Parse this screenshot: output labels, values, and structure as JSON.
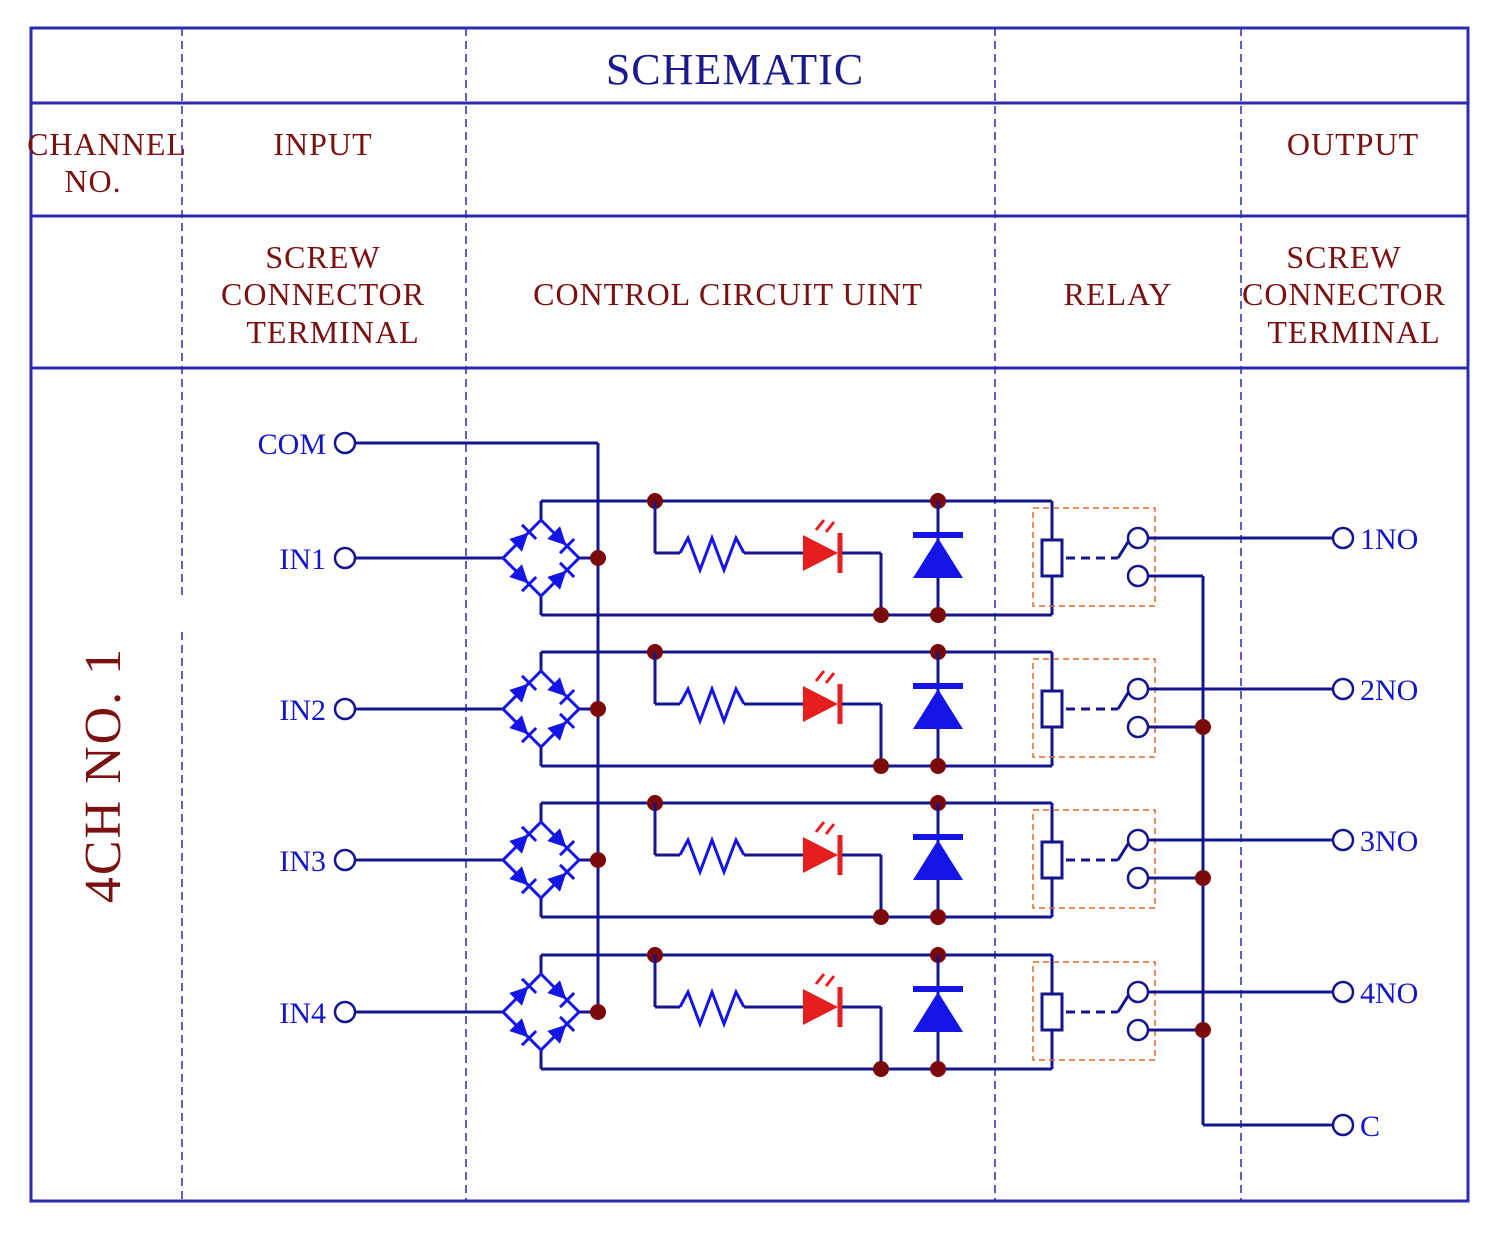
{
  "header": {
    "title": "SCHEMATIC",
    "channel_no": [
      "CHANNEL",
      "NO."
    ],
    "input": "INPUT",
    "output": "OUTPUT",
    "screw_input": [
      "SCREW",
      "CONNECTOR",
      "TERMINAL"
    ],
    "control": "CONTROL CIRCUIT UINT",
    "relay": "RELAY",
    "screw_output": [
      "SCREW",
      "CONNECTOR",
      "TERMINAL"
    ]
  },
  "channel_label": "4CH NO. 1",
  "inputs": {
    "com": "COM",
    "channels": [
      "IN1",
      "IN2",
      "IN3",
      "IN4"
    ]
  },
  "outputs": {
    "channels": [
      "1NO",
      "2NO",
      "3NO",
      "4NO"
    ],
    "common": "C"
  },
  "colors": {
    "frame": "#2b2bb0",
    "header_text": "#7a1010",
    "terminal_text": "#1414c8",
    "wire": "#14148c",
    "component_blue": "#1414e6",
    "led_red": "#e61e1e",
    "junction": "#7a0a0a",
    "relay_box": "#e06a2a"
  }
}
